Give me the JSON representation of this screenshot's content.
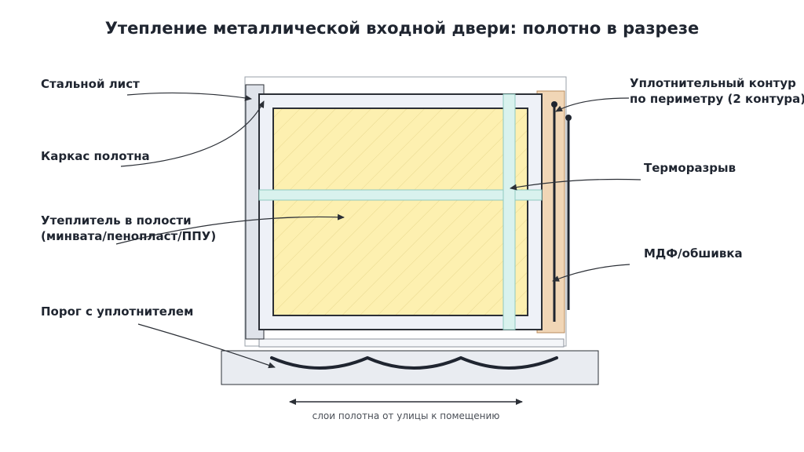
{
  "title": "Утепление металлической входной двери: полотно в разрезе",
  "labels": {
    "steel_sheet": "Стальной лист",
    "frame": "Каркас полотна",
    "insulation_line1": "Утеплитель в полости",
    "insulation_line2": "(минвата/пенопласт/ППУ)",
    "threshold": "Порог с уплотнителем",
    "seal_line1": "Уплотнительный контур",
    "seal_line2": "по периметру (2 контура)",
    "thermal_break": "Терморазрыв",
    "mdf": "МДФ/обшивка"
  },
  "caption": "слои полотна от улицы к помещению",
  "colors": {
    "insulation": "#fdf0b0",
    "frame": "#eef1f7",
    "thermal_break": "#d9f2ee",
    "mdf": "#f1d6b6",
    "steel": "#dfe3ea",
    "threshold": "#e9ecf1",
    "outline": "#2b2f36"
  }
}
